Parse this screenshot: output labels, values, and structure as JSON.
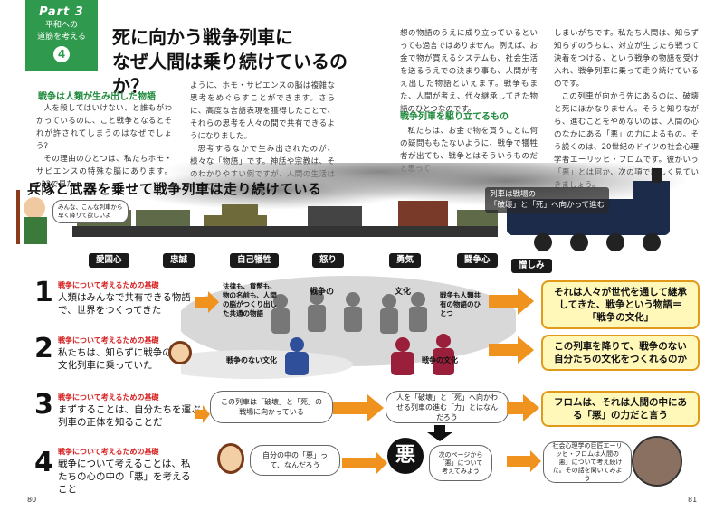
{
  "part": {
    "label": "Part 3",
    "sub1": "平和への",
    "sub2": "道筋を考える",
    "number": "4"
  },
  "title": {
    "line1": "死に向かう戦争列車に",
    "line2": "なぜ人間は乗り続けているのか？"
  },
  "left_heading": "戦争は人類が生み出した物語",
  "col1": [
    "人を殺してはいけない、と誰もがわかっているのに、こと戦争となるとそれが許されてしまうのはなぜでしょう？",
    "その理由のひとつは、私たちホモ・サピエンスの特殊な脳にあります。p22で見た"
  ],
  "col2": [
    "ように、ホモ・サピエンスの脳は複雑な思考をめぐらすことができます。さらに、高度な言語表現を獲得したことで、それらの思考を人々の間で共有できるようになりました。",
    "思考するなかで生み出されたのが、様々な「物語」です。神話や宗教は、そのわかりやすい例ですが、人間の生活はすべて思"
  ],
  "col3": [
    "想の物語のうえに成り立っているといっても過言ではありません。例えば、お金で物が買えるシステムも、社会生活を送るうえでの決まり事も、人間が考え出した物語といえます。戦争もまた、人間が考え、代々継承してきた物語のひとつなのです。"
  ],
  "right_heading": "戦争列車を駆り立てるもの",
  "col3b": [
    "私たちは、お金で物を買うことに何の疑問ももたないように、戦争で犠牲者が出ても、戦争とはそういうものだと思って"
  ],
  "col4": [
    "しまいがちです。私たち人間は、知らず知らずのうちに、対立が生じたら戦って決着をつける、という戦争の物語を受け入れ、戦争列車に乗って走り続けているのです。",
    "この列車が向かう先にあるのは、破壊と死にほかなりません。そうと知りながら、進むことをやめないのは、人間の心のなかにある「悪」の力によるもの。そう説くのは、20世紀のドイツの社会心理学者エーリッヒ・フロムです。彼がいう「悪」とは何か、次の項で詳しく見ていきましょう。"
  ],
  "banner": "兵隊と武器を乗せて戦争列車は走り続けている",
  "train_note": {
    "line1": "列車は戦場の",
    "line2": "「破壊」と「死」へ向かって進む"
  },
  "soldier_bubble": {
    "line1": "みんな、こんな列車から",
    "line2": "早く降りて欲しいよ"
  },
  "cars": [
    "愛国心",
    "忠誠",
    "自己犠牲",
    "怒り",
    "勇気",
    "闘争心",
    "憎しみ"
  ],
  "steps": [
    {
      "num": "1",
      "kicker": "戦争について考えるための基礎",
      "text": "人類はみんなで共有できる物語で、世界をつくってきた"
    },
    {
      "num": "2",
      "kicker": "戦争について考えるための基礎",
      "text": "私たちは、知らずに戦争の文化列車に乗っていた"
    },
    {
      "num": "3",
      "kicker": "戦争について考えるための基礎",
      "text": "まずすることは、自分たちを運ぶ列車の正体を知ることだ"
    },
    {
      "num": "4",
      "kicker": "戦争について考えるための基礎",
      "text": "戦争について考えることは、私たちの心の中の「悪」を考えること"
    }
  ],
  "band": {
    "stories": "法律も、貨幣も、物の名前も、人間の脳がつくり出した共通の物語",
    "war_label": "戦争の",
    "culture_label": "文化",
    "war_also": "戦争も人類共有の物語のひとつ",
    "no_war_culture": "戦争のない文化",
    "war_culture": "戦争の文化"
  },
  "bubbles": {
    "b3a": "この列車は「破壊」と「死」の戦場に向かっている",
    "b3b": "人を「破壊」と「死」へ向かわせる列車の進む「力」とはなんだろう",
    "b4a": "自分の中の「悪」って、なんだろう",
    "b4b": "次のページから「悪」について考えてみよう",
    "b4c": "社会心理学の巨匠エーリッヒ・フロムは人間の「悪」について考え続けた。その話を聞いてみよう"
  },
  "evil": "悪",
  "answers": [
    "それは人々が世代を通して継承してきた、戦争という物語＝「戦争の文化」",
    "この列車を降りて、戦争のない自分たちの文化をつくれるのか",
    "フロムは、それは人間の中にある「悪」の力だと言う"
  ],
  "pages": {
    "left": "80",
    "right": "81"
  },
  "colors": {
    "green": "#2f9a4e",
    "orange": "#f0921e",
    "red": "#d62020",
    "yellow": "#fff8b8"
  }
}
